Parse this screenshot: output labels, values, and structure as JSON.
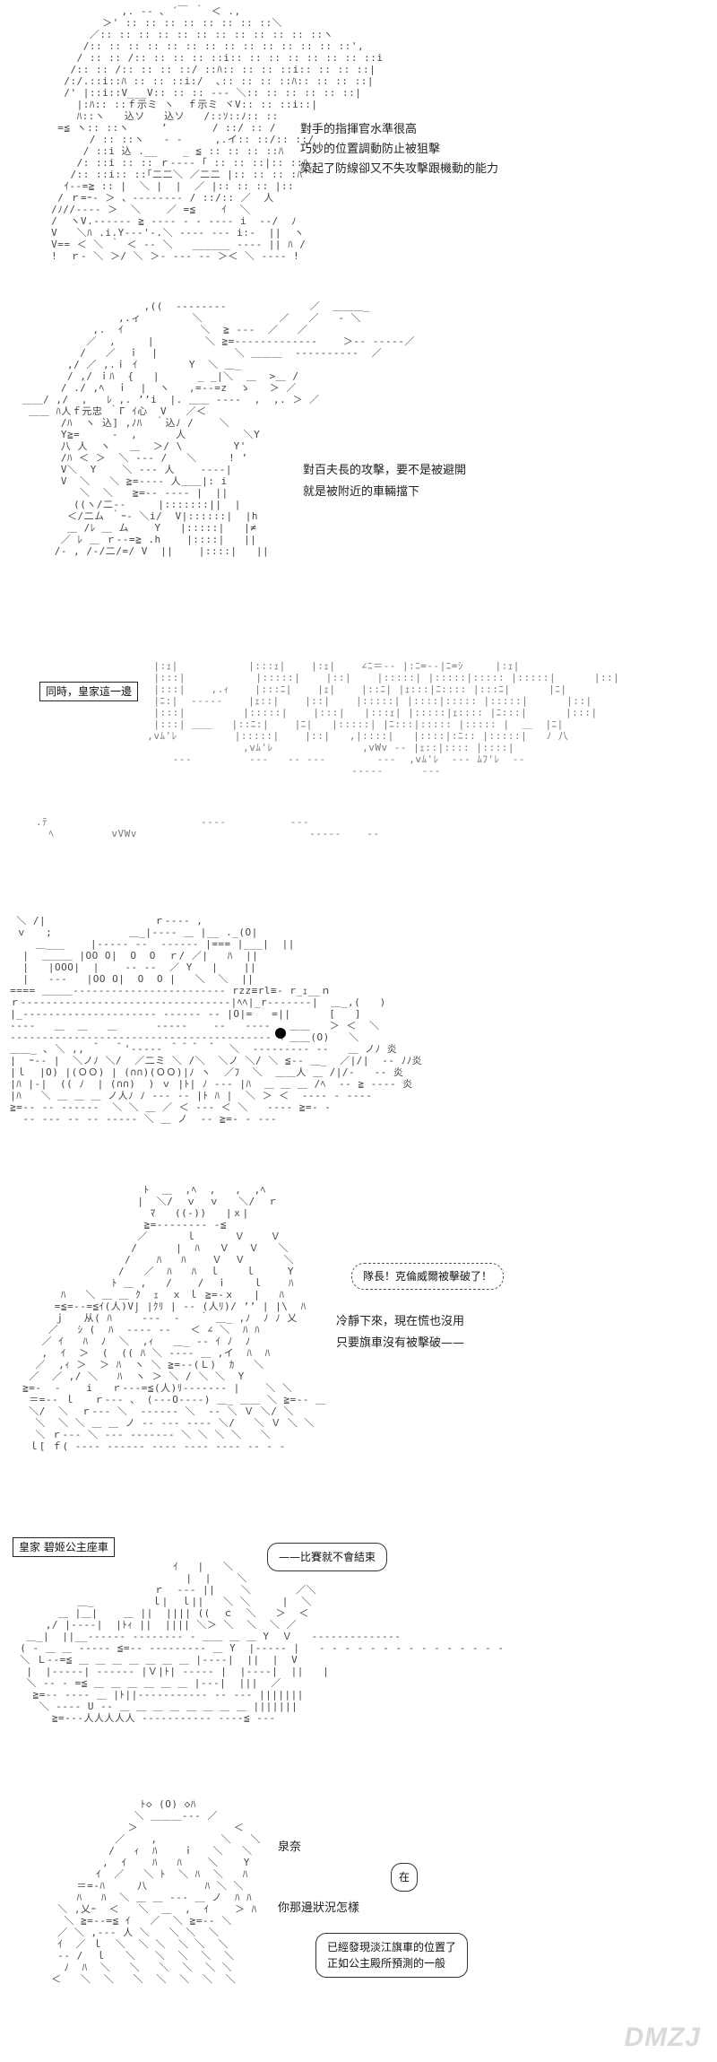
{
  "panel1": {
    "lines": [
      "對手的指揮官水準很高",
      "巧妙的位置調動防止被狙擊",
      "築起了防線卻又不失攻擊跟機動的能力"
    ]
  },
  "panel2": {
    "lines": [
      "對百夫長的攻擊，要不是被避開",
      "就是被附近的車輛擋下"
    ]
  },
  "panel3": {
    "box": "同時，皇家這一邊"
  },
  "panel5": {
    "shout": "隊長！克倫威爾被擊破了！",
    "lines": [
      "冷靜下來，現在慌也沒用",
      "只要旗車沒有被擊破——"
    ]
  },
  "panel6": {
    "box": "皇家 碧姬公主座車",
    "speech": "——比賽就不會結束"
  },
  "panel7": {
    "name": "泉奈",
    "speech_small": "在",
    "line": "你那邊狀況怎樣",
    "speech_lines": [
      "已經發現淡江旗車的位置了",
      "正如公主殿所預測的一般"
    ]
  },
  "watermark": "DMZJ"
}
